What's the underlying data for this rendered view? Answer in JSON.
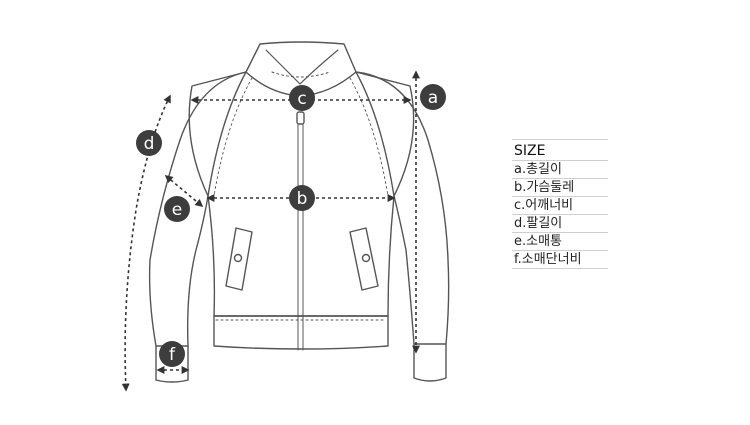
{
  "legend": {
    "title": "SIZE",
    "items": [
      "a.총길이",
      "b.가슴둘레",
      "c.어깨너비",
      "d.팔길이",
      "e.소매통",
      "f.소매단너비"
    ]
  },
  "markers": {
    "a": "a",
    "b": "b",
    "c": "c",
    "d": "d",
    "e": "e",
    "f": "f"
  },
  "colors": {
    "outline": "#555555",
    "marker_fill": "#3d3d3d",
    "dashed": "#333333"
  }
}
